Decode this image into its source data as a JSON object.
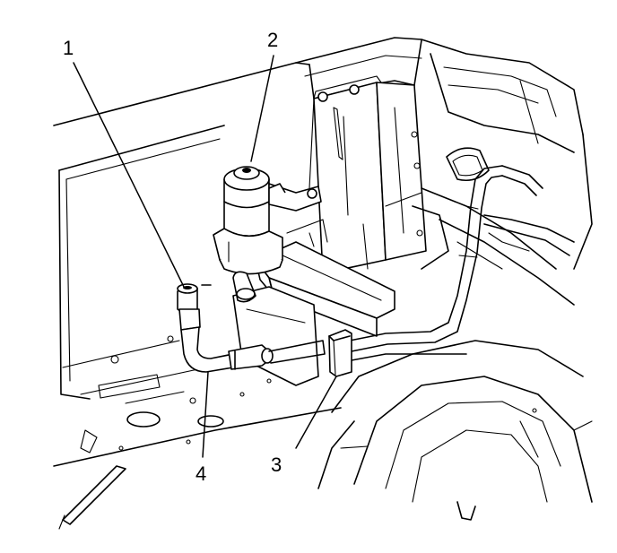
{
  "callouts": [
    {
      "id": "1",
      "label": "1"
    },
    {
      "id": "2",
      "label": "2"
    },
    {
      "id": "3",
      "label": "3"
    },
    {
      "id": "4",
      "label": "4"
    }
  ],
  "colors": {
    "line": "#000000",
    "background": "#ffffff",
    "shade": "#d9d9d9"
  }
}
